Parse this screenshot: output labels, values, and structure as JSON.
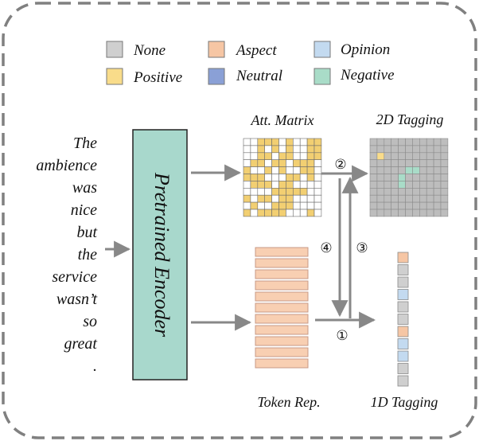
{
  "legend": [
    {
      "label": "None",
      "color": "#cfcfcf"
    },
    {
      "label": "Aspect",
      "color": "#f6c6a4"
    },
    {
      "label": "Opinion",
      "color": "#c3daf0"
    },
    {
      "label": "Positive",
      "color": "#f9dc8a"
    },
    {
      "label": "Neutral",
      "color": "#8aa0d6"
    },
    {
      "label": "Negative",
      "color": "#a9dcc8"
    }
  ],
  "sentence": [
    "The",
    "ambience",
    "was",
    "nice",
    "but",
    "the",
    "service",
    "wasn’t",
    "so",
    "great",
    "."
  ],
  "encoder_label": "Pretrained Encoder",
  "labels": {
    "att_matrix": "Att. Matrix",
    "tagging_2d": "2D Tagging",
    "token_rep": "Token Rep.",
    "tagging_1d": "1D Tagging"
  },
  "steps": {
    "s1": "①",
    "s2": "②",
    "s3": "③",
    "s4": "④"
  },
  "tagging_1d_cells": [
    "Aspect",
    "None",
    "None",
    "Opinion",
    "None",
    "None",
    "Aspect",
    "Opinion",
    "Opinion",
    "None",
    "None"
  ],
  "colors": {
    "encoder_fill": "#a8d8cc",
    "token_fill": "#f8cfb2",
    "token_stroke": "#c79a85",
    "matrix_yellow": "#f2cf72",
    "grid_gray": "#bdbdbd",
    "arrow": "#888888",
    "frame": "#808080"
  }
}
